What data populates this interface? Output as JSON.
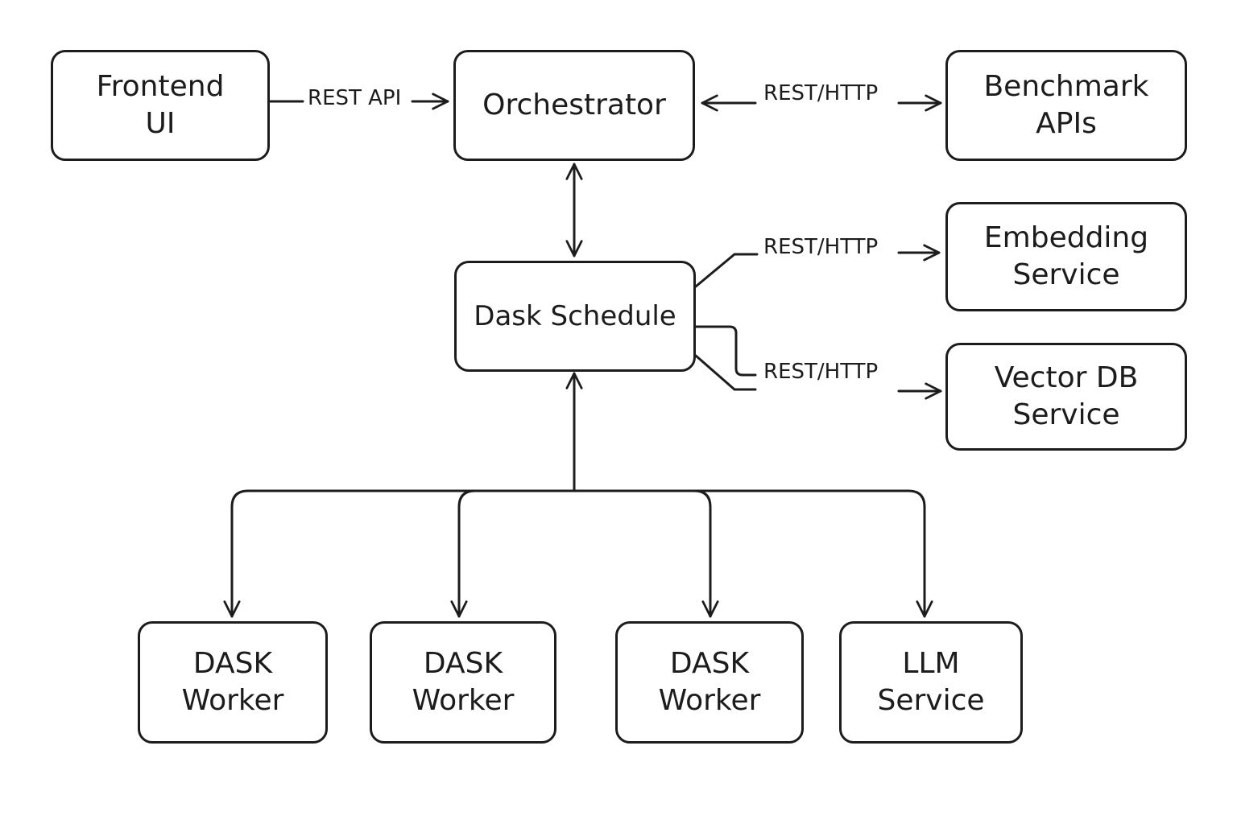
{
  "nodes": {
    "frontend": {
      "lines": [
        "Frontend",
        "UI"
      ]
    },
    "orchestrator": {
      "lines": [
        "Orchestrator"
      ]
    },
    "benchmark": {
      "lines": [
        "Benchmark",
        "APIs"
      ]
    },
    "embedding": {
      "lines": [
        "Embedding",
        "Service"
      ]
    },
    "scheduler": {
      "lines": [
        "Dask Schedule"
      ]
    },
    "vectordb": {
      "lines": [
        "Vector DB",
        "Service"
      ]
    },
    "worker1": {
      "lines": [
        "DASK",
        "Worker"
      ]
    },
    "worker2": {
      "lines": [
        "DASK",
        "Worker"
      ]
    },
    "worker3": {
      "lines": [
        "DASK",
        "Worker"
      ]
    },
    "llm": {
      "lines": [
        "LLM",
        "Service"
      ]
    }
  },
  "edges": {
    "frontend_orchestrator": "REST API",
    "orchestrator_benchmark": "REST/HTTP",
    "scheduler_embedding": "REST/HTTP",
    "scheduler_vectordb": "REST/HTTP"
  },
  "colors": {
    "stroke": "#1c1c1c",
    "background": "#ffffff"
  }
}
